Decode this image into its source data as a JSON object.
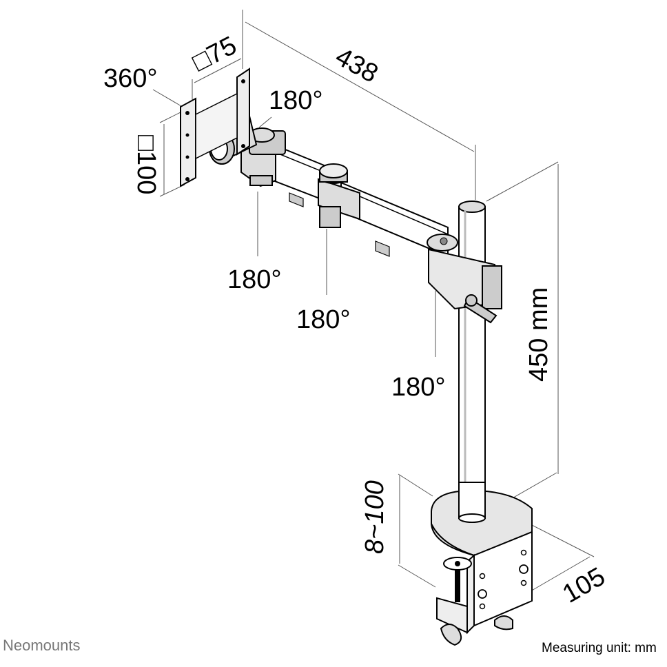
{
  "labels": {
    "rotation_360": "360°",
    "vesa_75": "□75",
    "vesa_100": "□100",
    "length_438": "438",
    "rotation_top": "180°",
    "rotation_joint_1": "180°",
    "rotation_joint_2": "180°",
    "rotation_pole": "180°",
    "height_450": "450 mm",
    "clamp_range": "8~100",
    "base_depth": "105"
  },
  "footer": {
    "brand": "Neomounts",
    "unit_note": "Measuring unit: mm"
  }
}
